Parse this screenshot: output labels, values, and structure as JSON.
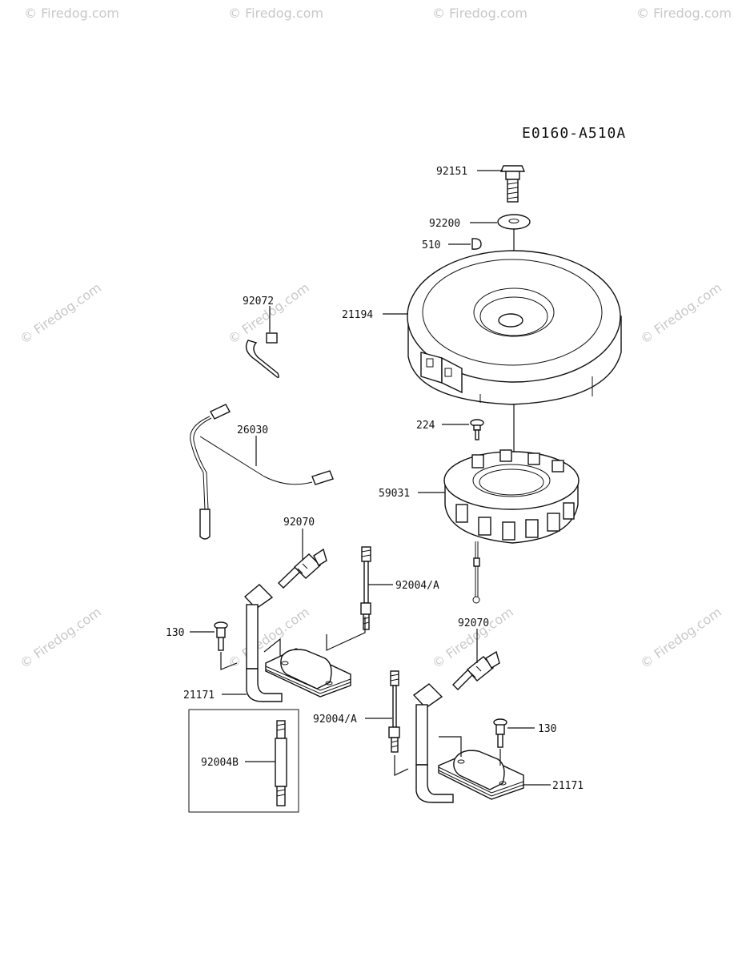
{
  "diagram_code": "E0160-A510A",
  "watermark": "© Firedog.com",
  "callouts": {
    "c92151": "92151",
    "c92200": "92200",
    "c510": "510",
    "c21194": "21194",
    "c92072": "92072",
    "c26030": "26030",
    "c224": "224",
    "c59031": "59031",
    "c92070_left": "92070",
    "c92004a_left": "92004/A",
    "c130_left": "130",
    "c21171_left": "21171",
    "c92004b": "92004B",
    "c92070_right": "92070",
    "c92004a_right": "92004/A",
    "c130_right": "130",
    "c21171_right": "21171"
  }
}
